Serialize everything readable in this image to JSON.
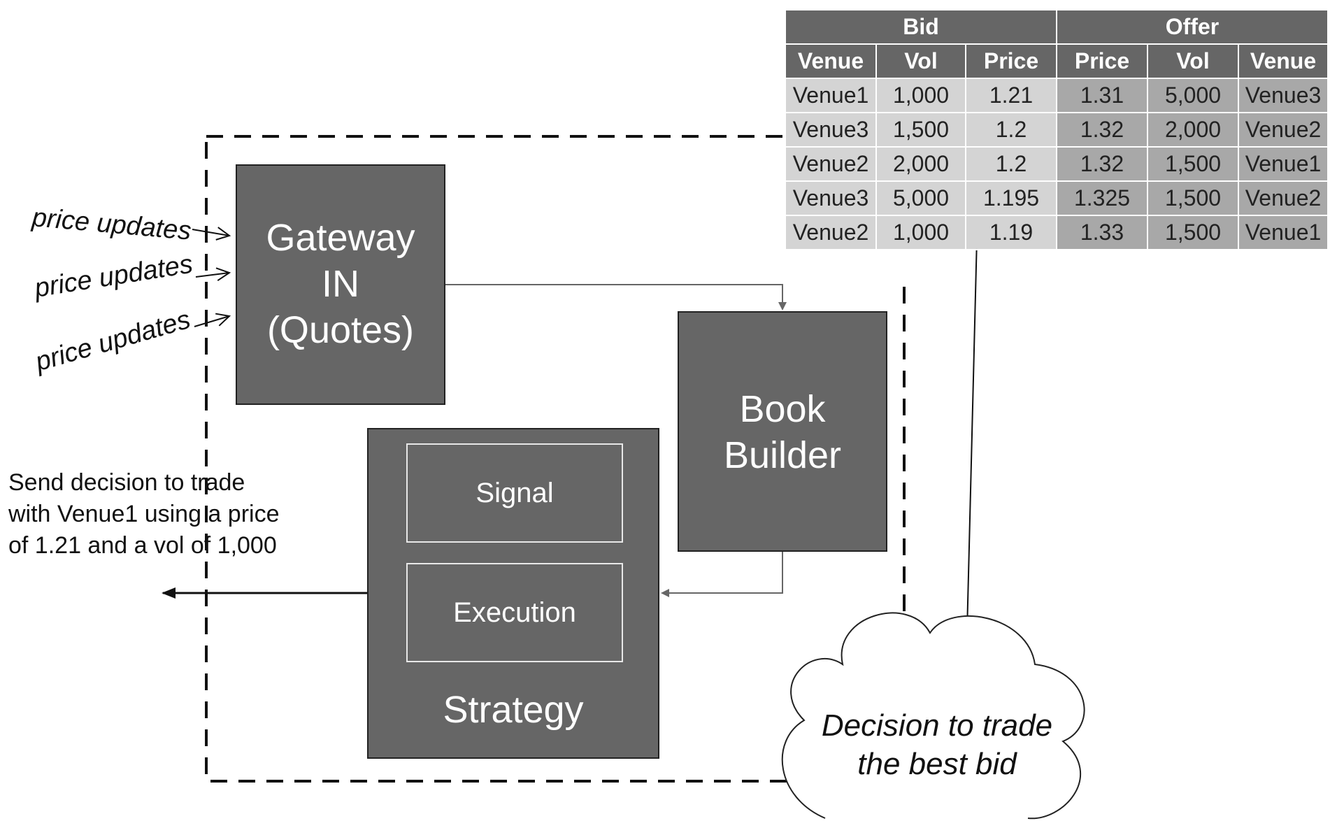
{
  "inputs": {
    "labels": [
      "price updates",
      "price updates",
      "price updates"
    ]
  },
  "gateway": {
    "label": "Gateway\nIN\n(Quotes)"
  },
  "book_builder": {
    "label": "Book\nBuilder"
  },
  "strategy": {
    "title": "Strategy",
    "signal": "Signal",
    "execution": "Execution"
  },
  "output": {
    "text": "Send decision to trade\nwith Venue1 using a price\nof 1.21 and a vol of 1,000"
  },
  "cloud": {
    "text": "Decision to trade\nthe best bid"
  },
  "order_book": {
    "bid_header": "Bid",
    "offer_header": "Offer",
    "columns": [
      "Venue",
      "Vol",
      "Price",
      "Price",
      "Vol",
      "Venue"
    ],
    "rows": [
      {
        "bid_venue": "Venue1",
        "bid_vol": "1,000",
        "bid_price": "1.21",
        "offer_price": "1.31",
        "offer_vol": "5,000",
        "offer_venue": "Venue3"
      },
      {
        "bid_venue": "Venue3",
        "bid_vol": "1,500",
        "bid_price": "1.2",
        "offer_price": "1.32",
        "offer_vol": "2,000",
        "offer_venue": "Venue2"
      },
      {
        "bid_venue": "Venue2",
        "bid_vol": "2,000",
        "bid_price": "1.2",
        "offer_price": "1.32",
        "offer_vol": "1,500",
        "offer_venue": "Venue1"
      },
      {
        "bid_venue": "Venue3",
        "bid_vol": "5,000",
        "bid_price": "1.195",
        "offer_price": "1.325",
        "offer_vol": "1,500",
        "offer_venue": "Venue2"
      },
      {
        "bid_venue": "Venue2",
        "bid_vol": "1,000",
        "bid_price": "1.19",
        "offer_price": "1.33",
        "offer_vol": "1,500",
        "offer_venue": "Venue1"
      }
    ]
  },
  "colors": {
    "box_fill": "#666666",
    "header_fill": "#666666",
    "bid_cell": "#d4d4d4",
    "offer_cell": "#a8a8a8",
    "lines": "#222222"
  }
}
